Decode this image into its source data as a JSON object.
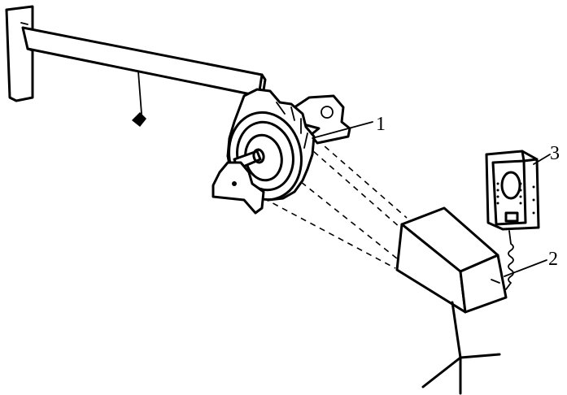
{
  "labels": {
    "gear_label": "1",
    "camera_label": "2",
    "meter_label": "3"
  }
}
